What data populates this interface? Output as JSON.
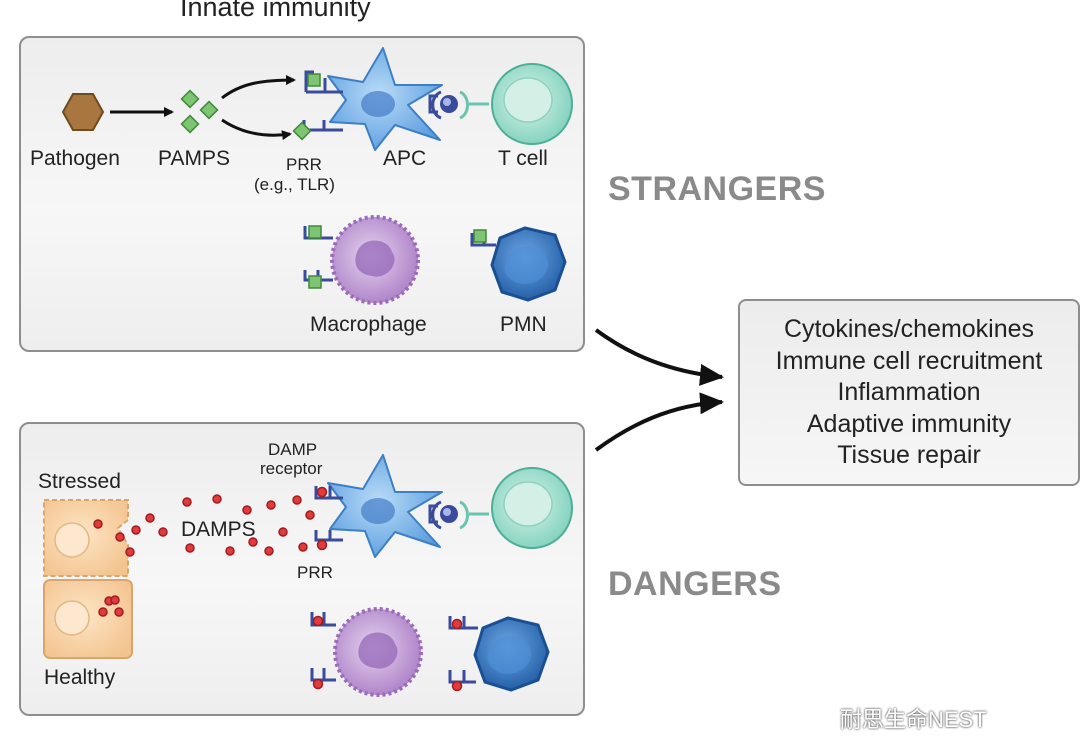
{
  "title": "Innate immunity",
  "strangers": {
    "heading": "STRANGERS",
    "pathogen": "Pathogen",
    "pamps": "PAMPS",
    "prr": "PRR",
    "prr_example": "(e.g., TLR)",
    "apc": "APC",
    "tcell": "T cell",
    "macrophage": "Macrophage",
    "pmn": "PMN"
  },
  "dangers": {
    "heading": "DANGERS",
    "stressed": "Stressed",
    "healthy": "Healthy",
    "damps": "DAMPS",
    "damp_receptor_line1": "DAMP",
    "damp_receptor_line2": "receptor",
    "prr": "PRR"
  },
  "outcomes": [
    "Cytokines/chemokines",
    "Immune cell recruitment",
    "Inflammation",
    "Adaptive immunity",
    "Tissue repair"
  ],
  "watermark": "耐思生命NEST",
  "colors": {
    "pathogen": "#a8763e",
    "pamp": "#7fc472",
    "receptor": "#3a4b9c",
    "apc": "#5b9ee0",
    "tcell": "#7fd1bd",
    "macrophage": "#b98ed0",
    "pmn": "#2f6fb8",
    "damp": "#c8202a",
    "tissue": "#f7cf9f"
  }
}
